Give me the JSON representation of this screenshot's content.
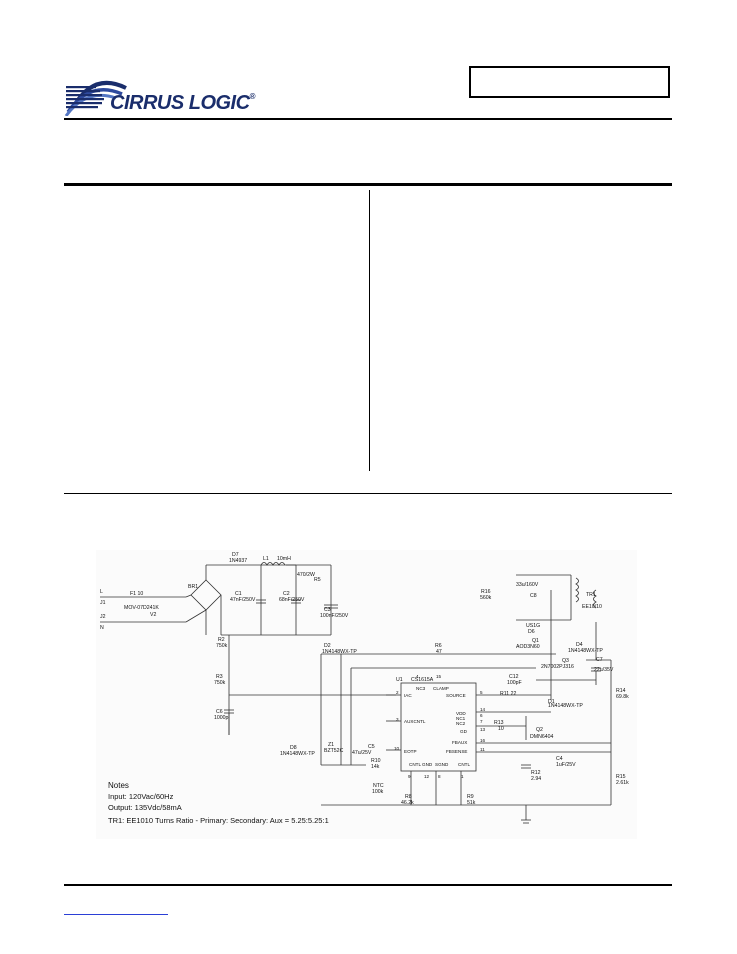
{
  "header": {
    "logo_text": "CIRRUS LOGIC",
    "logo_mark": "®",
    "part_box_text": ""
  },
  "schematic": {
    "components": {
      "D7": "D7",
      "D7_part": "1N4937",
      "L1": "L1",
      "L1_val": "10mH",
      "BR1": "BR1",
      "F1": "F1 10",
      "J1": "J1",
      "J2": "J2",
      "L": "L",
      "N": "N",
      "MOV": "MOV-07D241K",
      "V2": "V2",
      "C1": "C1",
      "C1_val": "47nF/250V",
      "C2": "C2",
      "C2_val": "68nF/250V",
      "R5": "R5",
      "R5_val": "470/2W",
      "C3": "C3",
      "C3_val": "100nF/250V",
      "R2": "R2",
      "R2_val": "750k",
      "R3": "R3",
      "R3_val": "750k",
      "C6": "C6",
      "C6_val": "1000p",
      "D2": "D2",
      "D2_part": "1N4148WX-TP",
      "R6": "R6",
      "R6_val": "47",
      "U1": "U1",
      "U1_part": "CS1615A",
      "R16": "R16",
      "R16_val": "560k",
      "C8": "C8",
      "C8_val": "33u/160V",
      "D6": "D6",
      "D6_part": "US1G",
      "TR1": "TR1",
      "TR1_part": "EE10/10",
      "Q1": "Q1",
      "Q1_part": "AOD3N60",
      "D4": "D4",
      "D4_part": "1N4148WX-TP",
      "Q3": "Q3",
      "Q3_part": "2N7002PJ316",
      "C7": "C7",
      "C7_val": "22u/35V",
      "C12": "C12",
      "C12_val": "100pF",
      "R11": "R11 22",
      "D1": "D1",
      "D1_part": "1N4148WX-TP",
      "R14": "R14",
      "R14_val": "69.8k",
      "R13": "R13",
      "R13_val": "10",
      "Q2": "Q2",
      "Q2_part": "DMN6404",
      "D8": "D8",
      "D8_part": "1N4148WX-TP",
      "Z1": "Z1",
      "Z1_part": "BZT52C",
      "C5": "C5",
      "C5_val": "47u/25V",
      "R10": "R10",
      "R10_val": "14k",
      "NTC": "NTC",
      "NTC_val": "100k",
      "R8": "R8",
      "R8_val": "46.2k",
      "R9": "R9",
      "R9_val": "51k",
      "R12": "R12",
      "R12_val": "2.94",
      "C4": "C4",
      "C4_val": "1uF/25V",
      "R15": "R15",
      "R15_val": "2.61k"
    },
    "pins": {
      "IAC": "IAC",
      "NC3": "NC3",
      "CLAMP": "CLAMP",
      "SOURCE": "SOURCE",
      "VDD": "VDD",
      "NC1": "NC1",
      "NC2": "NC2",
      "GD": "GD",
      "AUXCNTL": "AUXCNTL",
      "FBAUX": "FBAUX",
      "FBSENSE": "FBSENSE",
      "EOTP": "EOTP",
      "CNTL": "CNTL",
      "GND": "GND",
      "SGND": "SGND",
      "CNTL2": "CNTL",
      "p1": "1",
      "p2": "2",
      "p3": "3",
      "p4": "4",
      "p5": "5",
      "p6": "6",
      "p7": "7",
      "p8": "8",
      "p9": "9",
      "p10": "10",
      "p11": "11",
      "p12": "12",
      "p13": "13",
      "p14": "14",
      "p15": "15",
      "p16": "16"
    },
    "notes": {
      "title": "Notes",
      "input": "Input: 120Vac/60Hz",
      "output": "Output: 135Vdc/58mA",
      "ratio": "TR1: EE1010 Turns Ratio - Primary: Secondary: Aux = 5.25:5.25:1"
    }
  },
  "colors": {
    "logo_blue": "#1a2d6b",
    "link_blue": "#2b3fd6"
  }
}
